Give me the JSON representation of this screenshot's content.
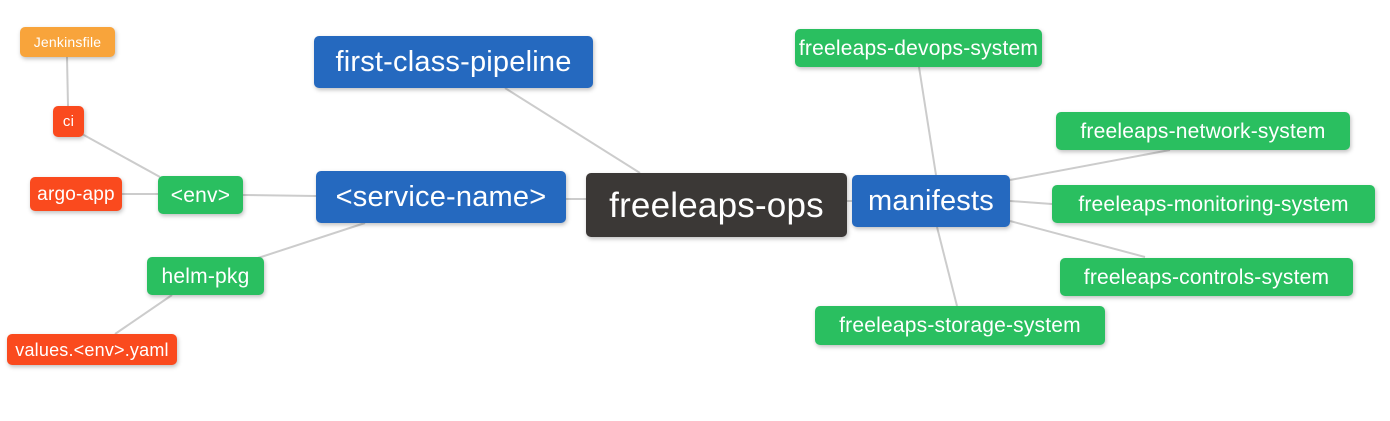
{
  "diagram": {
    "type": "mindmap",
    "palette": {
      "root": "#3b3836",
      "branch_blue": "#2569bf",
      "leaf_green": "#2abf60",
      "leaf_red": "#fa4a1e",
      "leaf_orange": "#f8a43b",
      "edge": "#cccccc",
      "text": "#ffffff"
    },
    "nodes": [
      {
        "id": "freeleaps-ops",
        "label": "freeleaps-ops",
        "level": 0,
        "color": "#3b3836"
      },
      {
        "id": "first-class-pipeline",
        "label": "first-class-pipeline",
        "level": 1,
        "color": "#2569bf"
      },
      {
        "id": "service-name",
        "label": "<service-name>",
        "level": 1,
        "color": "#2569bf"
      },
      {
        "id": "env",
        "label": "<env>",
        "level": 2,
        "color": "#2abf60"
      },
      {
        "id": "ci",
        "label": "ci",
        "level": 3,
        "color": "#fa4a1e"
      },
      {
        "id": "jenkinsfile",
        "label": "Jenkinsfile",
        "level": 4,
        "color": "#f8a43b"
      },
      {
        "id": "argo-app",
        "label": "argo-app",
        "level": 3,
        "color": "#fa4a1e"
      },
      {
        "id": "helm-pkg",
        "label": "helm-pkg",
        "level": 2,
        "color": "#2abf60"
      },
      {
        "id": "values-env-yaml",
        "label": "values.<env>.yaml",
        "level": 3,
        "color": "#fa4a1e"
      },
      {
        "id": "manifests",
        "label": "manifests",
        "level": 1,
        "color": "#2569bf"
      },
      {
        "id": "freeleaps-devops-system",
        "label": "freeleaps-devops-system",
        "level": 2,
        "color": "#2abf60"
      },
      {
        "id": "freeleaps-network-system",
        "label": "freeleaps-network-system",
        "level": 2,
        "color": "#2abf60"
      },
      {
        "id": "freeleaps-monitoring-system",
        "label": "freeleaps-monitoring-system",
        "level": 2,
        "color": "#2abf60"
      },
      {
        "id": "freeleaps-controls-system",
        "label": "freeleaps-controls-system",
        "level": 2,
        "color": "#2abf60"
      },
      {
        "id": "freeleaps-storage-system",
        "label": "freeleaps-storage-system",
        "level": 2,
        "color": "#2abf60"
      }
    ],
    "edges": [
      {
        "from": "jenkinsfile",
        "to": "ci"
      },
      {
        "from": "ci",
        "to": "env"
      },
      {
        "from": "argo-app",
        "to": "env"
      },
      {
        "from": "env",
        "to": "service-name"
      },
      {
        "from": "helm-pkg",
        "to": "service-name"
      },
      {
        "from": "values-env-yaml",
        "to": "helm-pkg"
      },
      {
        "from": "first-class-pipeline",
        "to": "freeleaps-ops"
      },
      {
        "from": "service-name",
        "to": "freeleaps-ops"
      },
      {
        "from": "freeleaps-ops",
        "to": "manifests"
      },
      {
        "from": "manifests",
        "to": "freeleaps-devops-system"
      },
      {
        "from": "manifests",
        "to": "freeleaps-network-system"
      },
      {
        "from": "manifests",
        "to": "freeleaps-monitoring-system"
      },
      {
        "from": "manifests",
        "to": "freeleaps-controls-system"
      },
      {
        "from": "manifests",
        "to": "freeleaps-storage-system"
      }
    ]
  }
}
